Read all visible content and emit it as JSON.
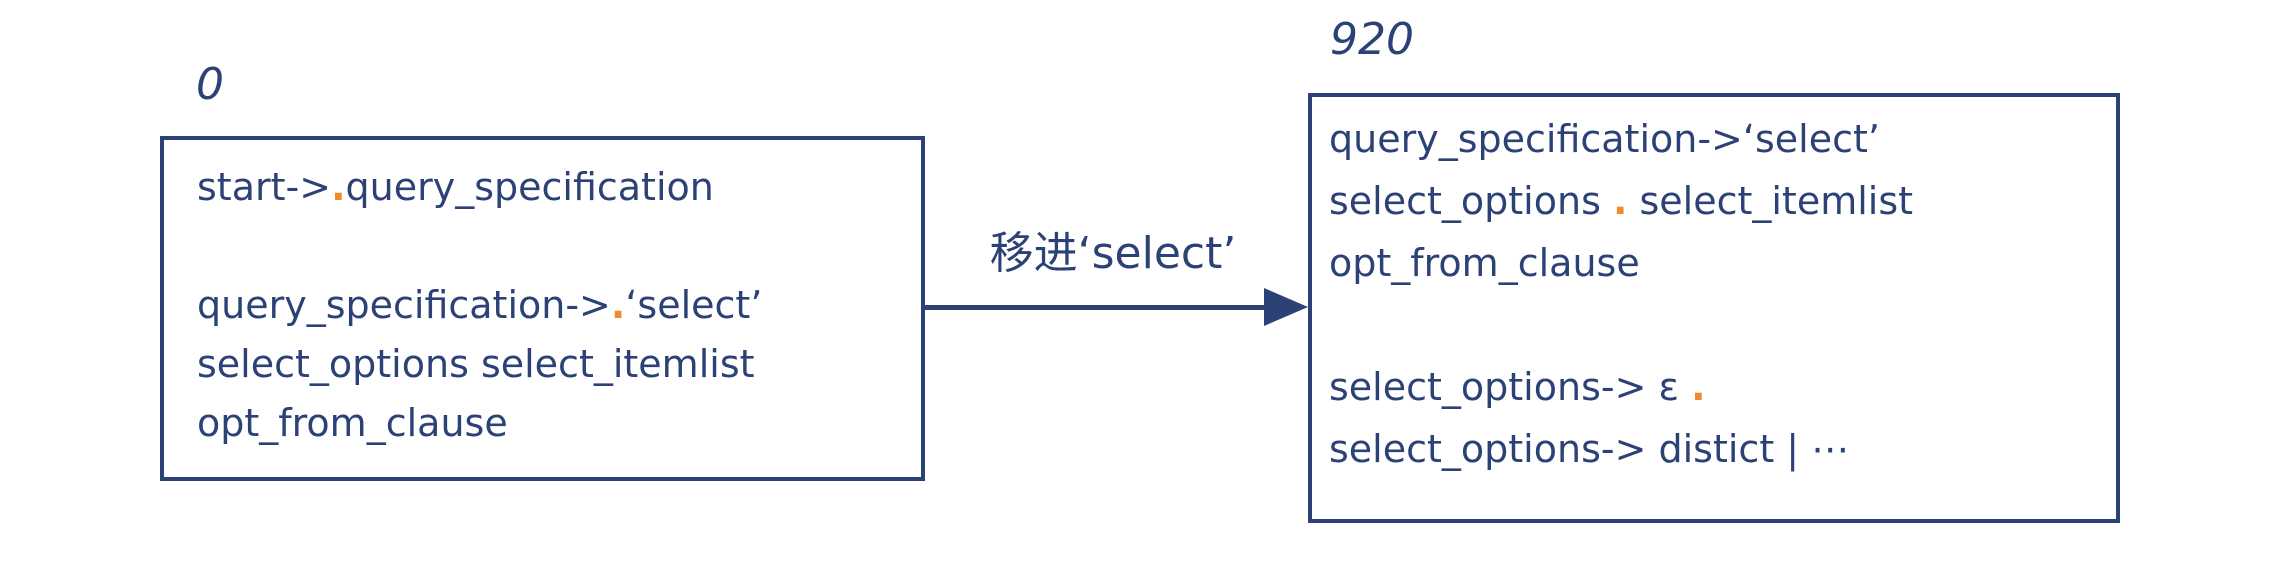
{
  "colors": {
    "ink": "#2c4277",
    "accent": "#ef8a2f",
    "background": "#ffffff"
  },
  "left_state": {
    "id": "0",
    "item1": {
      "pre": "start->",
      "dot": ".",
      "post": "query_specification"
    },
    "item2_line1": {
      "pre": "query_specification->",
      "dot": ".",
      "post": "‘select’"
    },
    "item2_line2": "select_options select_itemlist",
    "item2_line3": "opt_from_clause"
  },
  "transition": {
    "label": "移进‘select’",
    "arrow_icon": "arrow-right"
  },
  "right_state": {
    "id": "920",
    "item1_line1": "query_specification->‘select’",
    "item1_line2": {
      "pre": "select_options ",
      "dot": ".",
      "post": " select_itemlist"
    },
    "item1_line3": "opt_from_clause",
    "item2": {
      "pre": "select_options-> ε ",
      "dot": "."
    },
    "item3": "select_options-> distict | ⋯"
  }
}
